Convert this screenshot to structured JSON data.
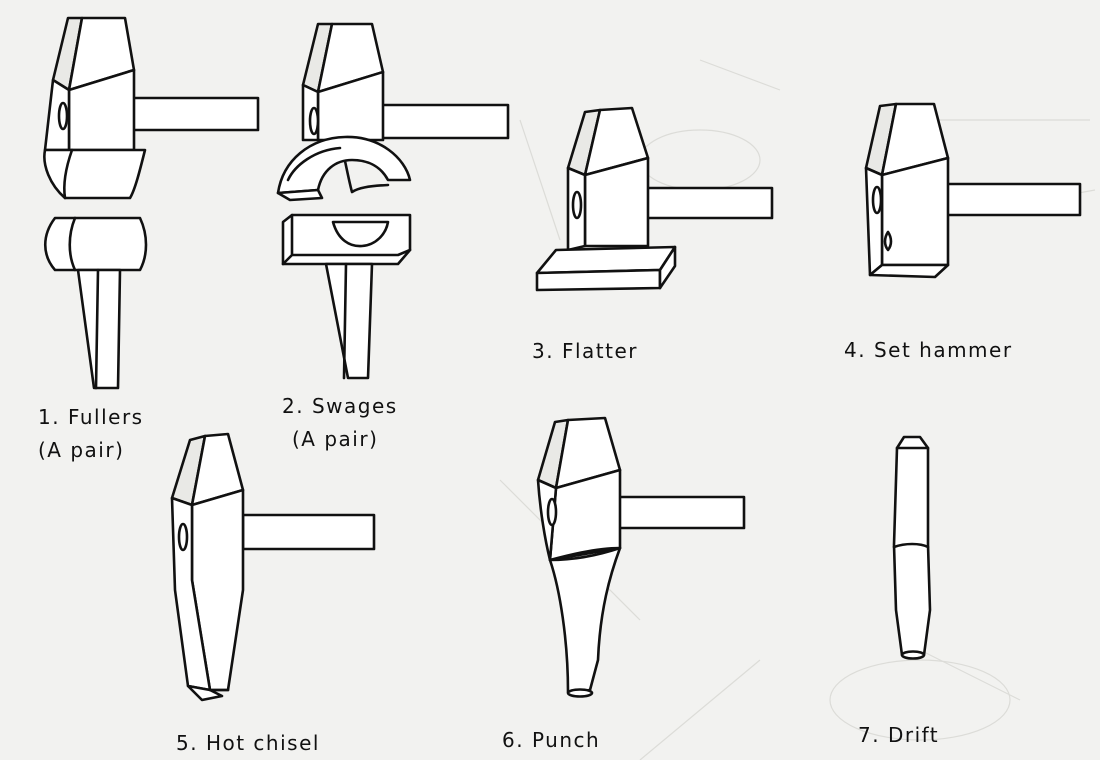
{
  "captions": {
    "fullers": "1. Fullers",
    "fullers_sub": "(A pair)",
    "swages": "2. Swages",
    "swages_sub": "(A pair)",
    "flatter": "3. Flatter",
    "set_hammer": "4. Set hammer",
    "hot_chisel": "5. Hot chisel",
    "punch": "6. Punch",
    "drift": "7. Drift"
  },
  "colors": {
    "ink": "#111111",
    "paper": "#f2f2f0"
  }
}
